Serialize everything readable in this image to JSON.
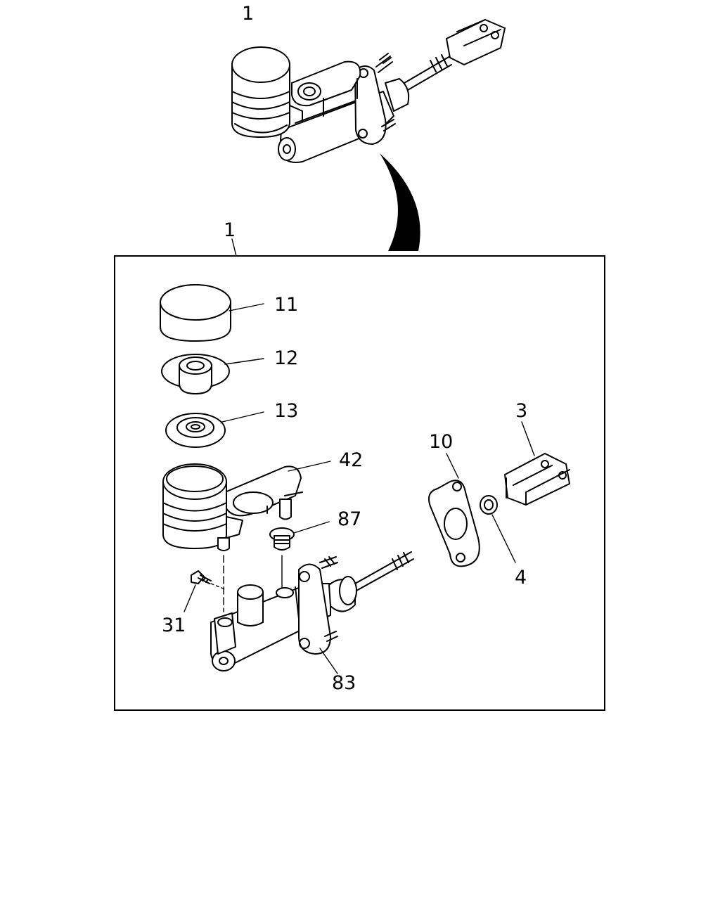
{
  "callouts": {
    "assembly_top": "1",
    "assembly_box": "1",
    "part_11": "11",
    "part_12": "12",
    "part_13": "13",
    "part_42": "42",
    "part_87": "87",
    "part_31": "31",
    "part_83": "83",
    "part_10": "10",
    "part_3": "3",
    "part_4": "4"
  }
}
